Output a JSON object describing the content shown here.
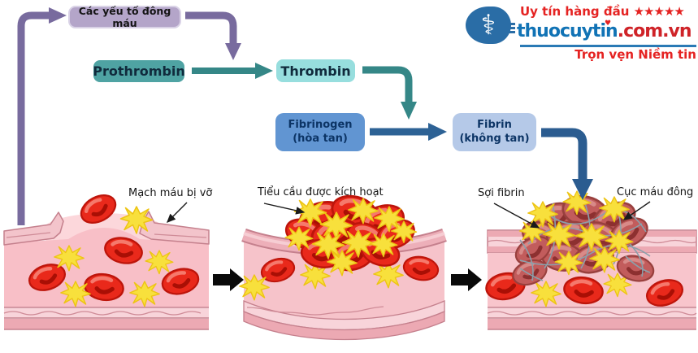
{
  "flowchart": {
    "factors": "Các yếu tố đông máu",
    "prothrombin": "Prothrombin",
    "thrombin": "Thrombin",
    "fibrinogen": "Fibrinogen",
    "fibrinogen_sub": "(hòa tan)",
    "fibrin": "Fibrin",
    "fibrin_sub": "(không tan)"
  },
  "labels": {
    "broken_vessel": "Mạch máu bị vỡ",
    "platelets_activated": "Tiểu cầu được kích hoạt",
    "fibrin_threads": "Sợi fibrin",
    "blood_clot": "Cục máu đông"
  },
  "logo": {
    "caduceus": "⚕",
    "tagline_top": "Uy tín hàng đầu",
    "stars": "★★★★★",
    "domain_name": "thuocuytin",
    "domain_suffix": ".com.vn",
    "heart": "♥",
    "tagline_bottom": "Trọn vẹn Niềm tin"
  },
  "colors": {
    "purple_arrow": "#786b9e",
    "factors_box_bg": "#b4a5c9",
    "prothrombin_bg": "#4fa3a3",
    "thrombin_bg": "#97dede",
    "teal_arrow": "#358787",
    "fibrinogen_bg": "#6195d2",
    "fibrin_bg": "#b5c9e8",
    "blue_arrow": "#2d6295",
    "dark_blue_arrow": "#2b5c90",
    "vessel_wall": "#c5808d",
    "vessel_interior": "#f8bfc7",
    "red_blood_cell": "#e9291b",
    "platelet_yellow": "#f8e03c",
    "clot_cell": "#c25c5c",
    "fibrin_mesh": "#8ba0ab",
    "logo_blue": "#1173b5",
    "logo_red": "#e52322"
  }
}
